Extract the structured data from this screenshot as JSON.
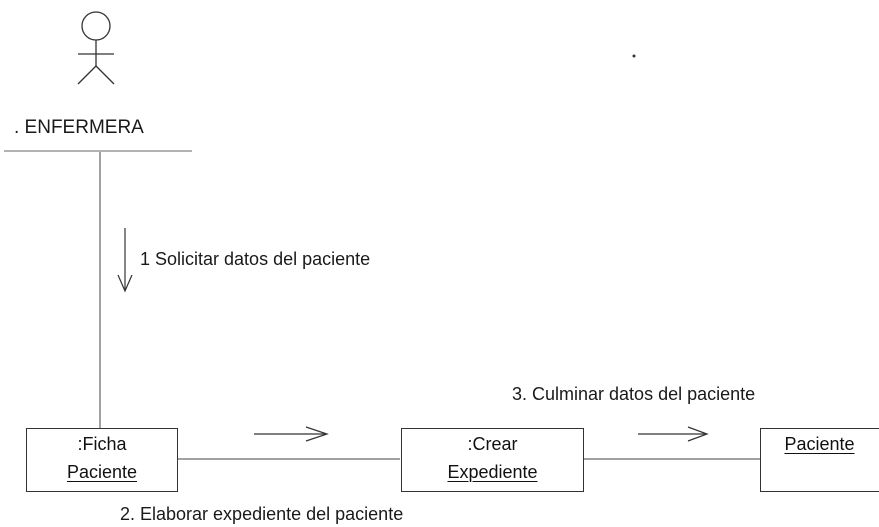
{
  "actor": {
    "name": ". ENFERMERA"
  },
  "messages": [
    {
      "label": "1  Solicitar datos del paciente"
    },
    {
      "label": "2. Elaborar expediente del paciente"
    },
    {
      "label": "3. Culminar datos del paciente"
    }
  ],
  "objects": [
    {
      "line1": ":Ficha",
      "line2": "Paciente"
    },
    {
      "line1": ":Crear",
      "line2": "Expediente"
    },
    {
      "line1": "",
      "line2": "Paciente"
    }
  ]
}
